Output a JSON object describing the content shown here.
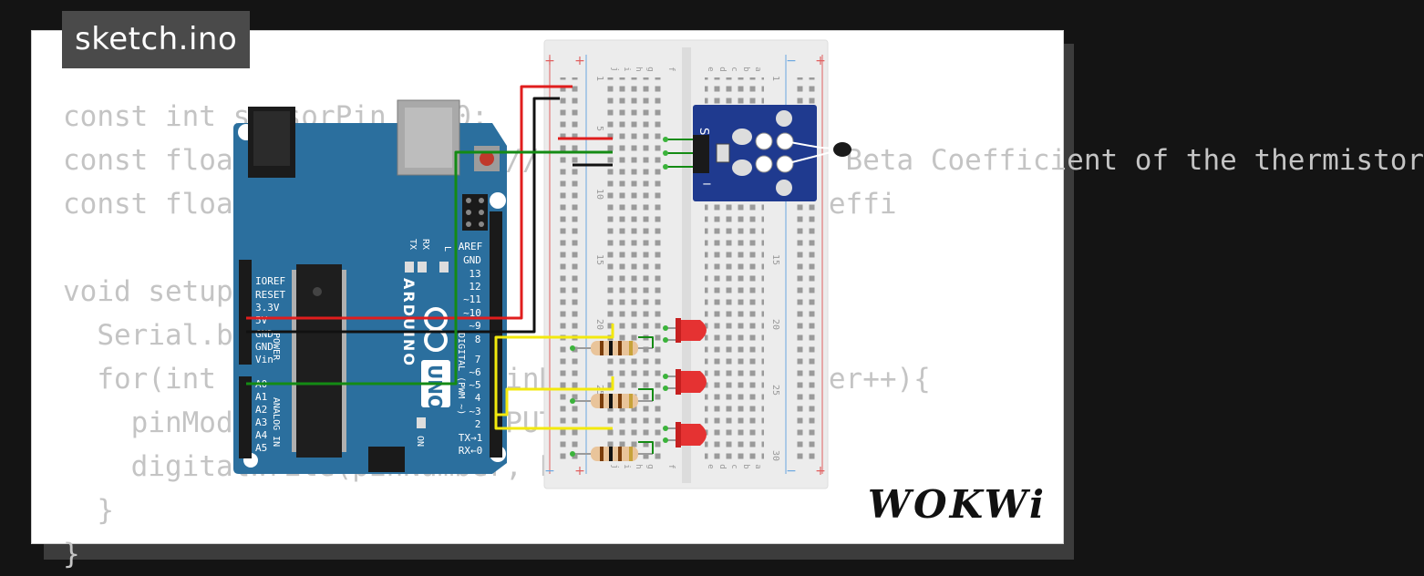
{
  "file_tab": {
    "title": "sketch.ino"
  },
  "brand": {
    "logo_text": "WOKWi"
  },
  "code_lines": [
    "const int sensorPin = A0;",
    "const float BETA = 3950;  // should match the Beta Coefficient of the thermistor",
    "const float            //             Beta Coeffi",
    "",
    "void setup() {",
    "  Serial.begin(9600);",
    "  for(int pinNumber = 2; pinNumber<5; pinNumber++){",
    "    pinMode(pinNumber, OUTPUT);",
    "    digitalWrite(pinNumber, LOW);",
    "  }",
    "}"
  ],
  "arduino": {
    "brand": "ARDUINO",
    "model": "UNO",
    "labels": {
      "aref": "AREF",
      "gnd": "GND",
      "p13": "13",
      "p12": "12",
      "p11": "~11",
      "p10": "~10",
      "p9": "~9",
      "p8": "8",
      "p7": "7",
      "p6": "~6",
      "p5": "~5",
      "p4": "4",
      "p3": "~3",
      "p2": "2",
      "tx1": "TX→1",
      "rx0": "RX←0",
      "digital": "DIGITAL (PWM ~)",
      "ioref": "IOREF",
      "reset": "RESET",
      "v33": "3.3V",
      "v5": "5V",
      "gnd1": "GND",
      "gnd2": "GND",
      "vin": "Vin",
      "power": "POWER",
      "a0": "A0",
      "a1": "A1",
      "a2": "A2",
      "a3": "A3",
      "a4": "A4",
      "a5": "A5",
      "analog_in": "ANALOG IN",
      "tx": "TX",
      "rx": "RX",
      "l": "L",
      "on": "ON"
    }
  },
  "breadboard": {
    "columns_left": [
      "j",
      "i",
      "h",
      "g",
      "f"
    ],
    "columns_right": [
      "e",
      "d",
      "c",
      "b",
      "a"
    ],
    "row_numbers": [
      "1",
      "5",
      "10",
      "15",
      "20",
      "25",
      "30"
    ],
    "rail_plus": "+",
    "rail_minus": "−"
  },
  "sensor_module": {
    "pin_label": "S",
    "mark": "−"
  },
  "colors": {
    "board_blue": "#2b6f9e",
    "wire_red": "#e01d1d",
    "wire_black": "#111111",
    "wire_green": "#148b14",
    "wire_yellow": "#f3e90d",
    "led_red": "#e53232",
    "module_blue": "#1f3a8f"
  }
}
